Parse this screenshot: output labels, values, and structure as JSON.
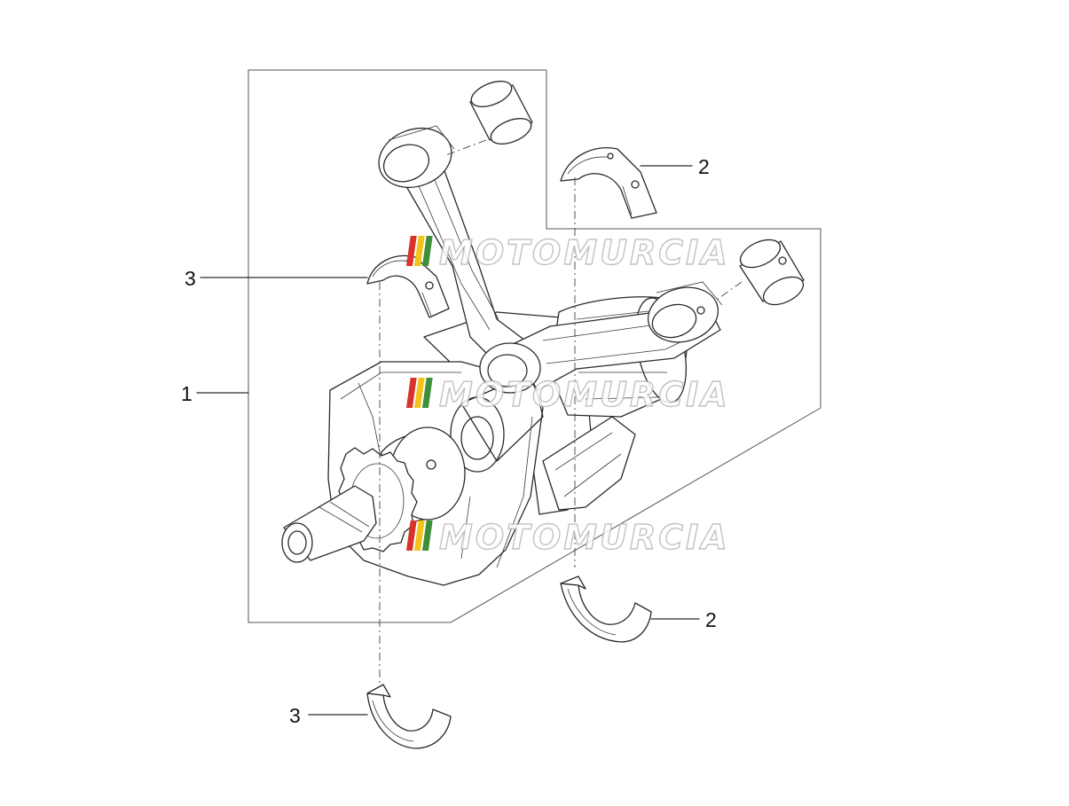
{
  "callouts": [
    {
      "id": "crankshaft",
      "label": "1"
    },
    {
      "id": "main-bearing-upper",
      "label": "2"
    },
    {
      "id": "main-bearing-lower",
      "label": "2"
    },
    {
      "id": "conrod-bearing-upper",
      "label": "3"
    },
    {
      "id": "conrod-bearing-lower",
      "label": "3"
    }
  ],
  "watermark": {
    "text": "MOTOMURCIA",
    "stripe_colors": [
      "#d9342b",
      "#f2c318",
      "#3d8f3a"
    ]
  },
  "colors": {
    "line": "#2a2a2a",
    "frame": "#555555",
    "background": "#ffffff"
  }
}
